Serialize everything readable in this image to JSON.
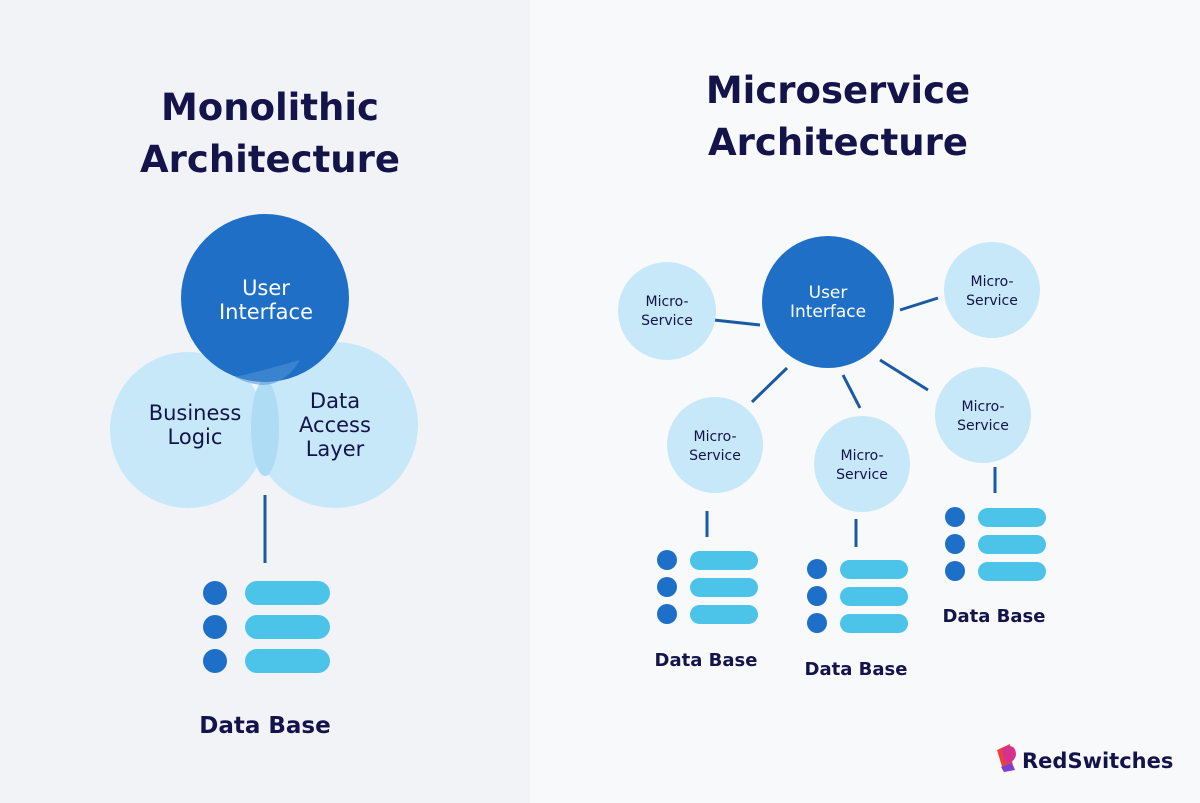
{
  "left": {
    "title_line1": "Monolithic",
    "title_line2": "Architecture",
    "ui_line1": "User",
    "ui_line2": "Interface",
    "bl_line1": "Business",
    "bl_line2": "Logic",
    "dal_line1": "Data",
    "dal_line2": "Access",
    "dal_line3": "Layer",
    "db_label": "Data Base"
  },
  "right": {
    "title_line1": "Microservice",
    "title_line2": "Architecture",
    "ui_line1": "User",
    "ui_line2": "Interface",
    "ms_line1": "Micro-",
    "ms_line2": "Service",
    "db_label": "Data Base"
  },
  "brand": {
    "name": "RedSwitches"
  },
  "colors": {
    "dark_blue": "#1f6fc7",
    "light_blue": "#c7e8f9",
    "db_bar": "#4cc4ea",
    "db_dot": "#1d6fc8",
    "title": "#14144a",
    "line": "#1a5aa3",
    "brand_red": "#e8433a",
    "brand_pink": "#d8308f"
  }
}
